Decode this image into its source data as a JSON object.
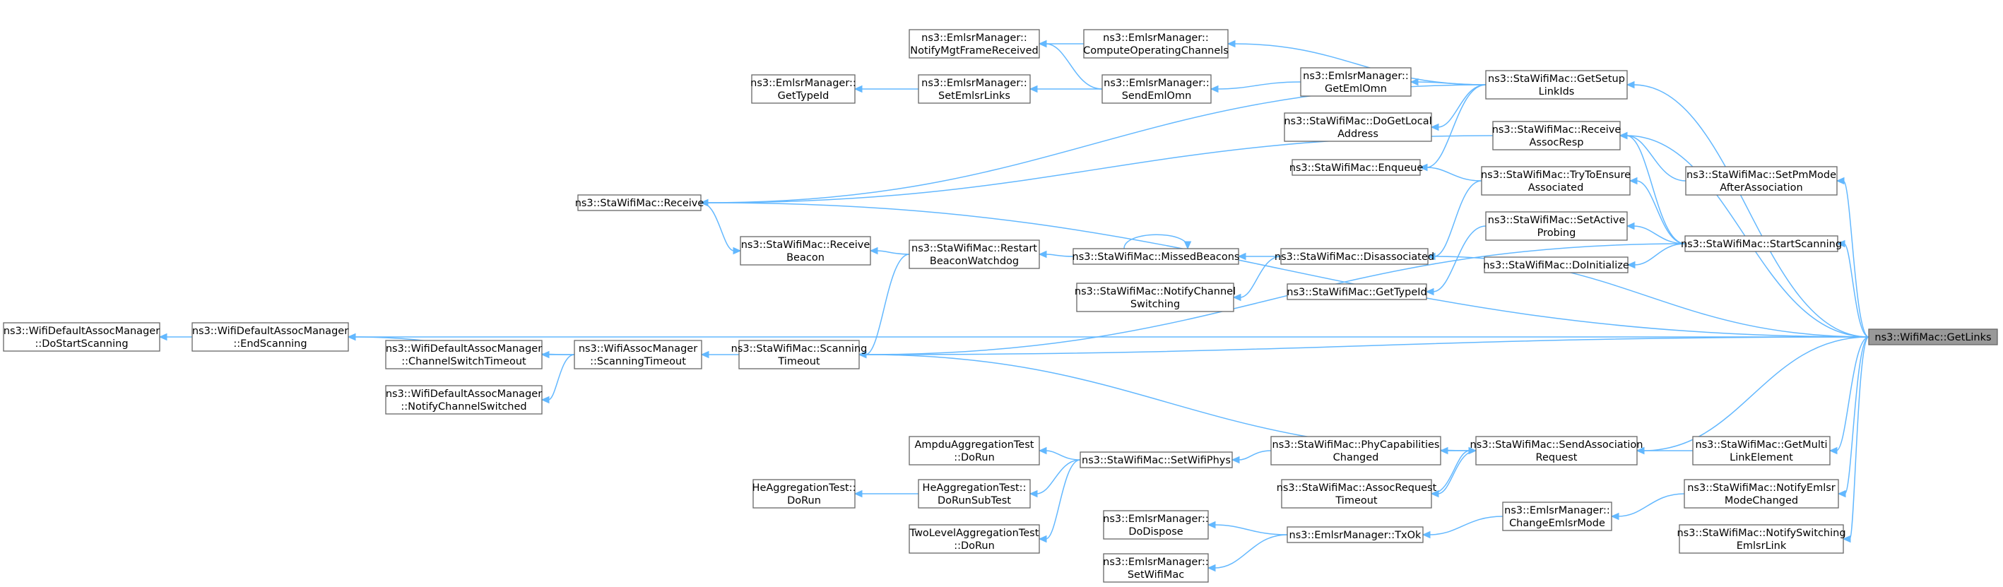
{
  "diagram": {
    "root_node": "ns3::WifiMac::GetLinks",
    "nodes": [
      {
        "id": "root",
        "lines": [
          "ns3::WifiMac::GetLinks"
        ]
      },
      {
        "id": "wdam_dostart",
        "lines": [
          "ns3::WifiDefaultAssocManager",
          "::DoStartScanning"
        ]
      },
      {
        "id": "wdam_end",
        "lines": [
          "ns3::WifiDefaultAssocManager",
          "::EndScanning"
        ]
      },
      {
        "id": "wdam_chswitch",
        "lines": [
          "ns3::WifiDefaultAssocManager",
          "::ChannelSwitchTimeout"
        ]
      },
      {
        "id": "wdam_notify",
        "lines": [
          "ns3::WifiDefaultAssocManager",
          "::NotifyChannelSwitched"
        ]
      },
      {
        "id": "wam_scanto",
        "lines": [
          "ns3::WifiAssocManager",
          "::ScanningTimeout"
        ]
      },
      {
        "id": "sta_receive",
        "lines": [
          "ns3::StaWifiMac::Receive"
        ]
      },
      {
        "id": "sta_scanto",
        "lines": [
          "ns3::StaWifiMac::Scanning",
          "Timeout"
        ]
      },
      {
        "id": "eml_gettypeid",
        "lines": [
          "ns3::EmlsrManager::",
          "GetTypeId"
        ]
      },
      {
        "id": "eml_notifymgt",
        "lines": [
          "ns3::EmlsrManager::",
          "NotifyMgtFrameReceived"
        ]
      },
      {
        "id": "eml_setlinks",
        "lines": [
          "ns3::EmlsrManager::",
          "SetEmlsrLinks"
        ]
      },
      {
        "id": "sta_recvbeacon",
        "lines": [
          "ns3::StaWifiMac::Receive",
          "Beacon"
        ]
      },
      {
        "id": "ampdu_dorun",
        "lines": [
          "AmpduAggregationTest",
          "::DoRun"
        ]
      },
      {
        "id": "he_dorun",
        "lines": [
          "HeAggregationTest::",
          "DoRun"
        ]
      },
      {
        "id": "he_subtest",
        "lines": [
          "HeAggregationTest::",
          "DoRunSubTest"
        ]
      },
      {
        "id": "twolevel_dorun",
        "lines": [
          "TwoLevelAggregationTest",
          "::DoRun"
        ]
      },
      {
        "id": "sta_restart",
        "lines": [
          "ns3::StaWifiMac::Restart",
          "BeaconWatchdog"
        ]
      },
      {
        "id": "eml_computeop",
        "lines": [
          "ns3::EmlsrManager::",
          "ComputeOperatingChannels"
        ]
      },
      {
        "id": "eml_sendeml",
        "lines": [
          "ns3::EmlsrManager::",
          "SendEmlOmn"
        ]
      },
      {
        "id": "sta_missed",
        "lines": [
          "ns3::StaWifiMac::MissedBeacons"
        ]
      },
      {
        "id": "sta_notifych",
        "lines": [
          "ns3::StaWifiMac::NotifyChannel",
          "Switching"
        ]
      },
      {
        "id": "sta_setphys",
        "lines": [
          "ns3::StaWifiMac::SetWifiPhys"
        ]
      },
      {
        "id": "eml_dodispose",
        "lines": [
          "ns3::EmlsrManager::",
          "DoDispose"
        ]
      },
      {
        "id": "eml_setwifimac",
        "lines": [
          "ns3::EmlsrManager::",
          "SetWifiMac"
        ]
      },
      {
        "id": "eml_getemlomn",
        "lines": [
          "ns3::EmlsrManager::",
          "GetEmlOmn"
        ]
      },
      {
        "id": "sta_dogetlocal",
        "lines": [
          "ns3::StaWifiMac::DoGetLocal",
          "Address"
        ]
      },
      {
        "id": "sta_enqueue",
        "lines": [
          "ns3::StaWifiMac::Enqueue"
        ]
      },
      {
        "id": "sta_disassoc",
        "lines": [
          "ns3::StaWifiMac::Disassociated"
        ]
      },
      {
        "id": "sta_gettypeid",
        "lines": [
          "ns3::StaWifiMac::GetTypeId"
        ]
      },
      {
        "id": "sta_phycap",
        "lines": [
          "ns3::StaWifiMac::PhyCapabilities",
          "Changed"
        ]
      },
      {
        "id": "sta_assocreqto",
        "lines": [
          "ns3::StaWifiMac::AssocRequest",
          "Timeout"
        ]
      },
      {
        "id": "eml_txok",
        "lines": [
          "ns3::EmlsrManager::TxOk"
        ]
      },
      {
        "id": "sta_getsetup",
        "lines": [
          "ns3::StaWifiMac::GetSetup",
          "LinkIds"
        ]
      },
      {
        "id": "sta_recvassoc",
        "lines": [
          "ns3::StaWifiMac::Receive",
          "AssocResp"
        ]
      },
      {
        "id": "sta_tryensure",
        "lines": [
          "ns3::StaWifiMac::TryToEnsure",
          "Associated"
        ]
      },
      {
        "id": "sta_setactive",
        "lines": [
          "ns3::StaWifiMac::SetActive",
          "Probing"
        ]
      },
      {
        "id": "sta_doinit",
        "lines": [
          "ns3::StaWifiMac::DoInitialize"
        ]
      },
      {
        "id": "sta_sendassoc",
        "lines": [
          "ns3::StaWifiMac::SendAssociation",
          "Request"
        ]
      },
      {
        "id": "eml_changemode",
        "lines": [
          "ns3::EmlsrManager::",
          "ChangeEmlsrMode"
        ]
      },
      {
        "id": "sta_setpm",
        "lines": [
          "ns3::StaWifiMac::SetPmMode",
          "AfterAssociation"
        ]
      },
      {
        "id": "sta_startscan",
        "lines": [
          "ns3::StaWifiMac::StartScanning"
        ]
      },
      {
        "id": "sta_getmulti",
        "lines": [
          "ns3::StaWifiMac::GetMulti",
          "LinkElement"
        ]
      },
      {
        "id": "sta_notifyemlsr",
        "lines": [
          "ns3::StaWifiMac::NotifyEmlsr",
          "ModeChanged"
        ]
      },
      {
        "id": "sta_notifyswitch",
        "lines": [
          "ns3::StaWifiMac::NotifySwitching",
          "EmlsrLink"
        ]
      }
    ],
    "edges": [
      {
        "from": "wdam_end",
        "to": "wdam_dostart"
      },
      {
        "from": "wam_scanto",
        "to": "wdam_end"
      },
      {
        "from": "wam_scanto",
        "to": "wdam_chswitch"
      },
      {
        "from": "wam_scanto",
        "to": "wdam_notify"
      },
      {
        "from": "sta_scanto",
        "to": "wam_scanto"
      },
      {
        "from": "eml_setlinks",
        "to": "eml_gettypeid"
      },
      {
        "from": "sta_receive",
        "to": "sta_recvbeacon"
      },
      {
        "from": "sta_restart",
        "to": "sta_recvbeacon"
      },
      {
        "from": "sta_restart",
        "to": "sta_scanto"
      },
      {
        "from": "sta_setphys",
        "to": "ampdu_dorun"
      },
      {
        "from": "sta_setphys",
        "to": "he_subtest"
      },
      {
        "from": "sta_setphys",
        "to": "twolevel_dorun"
      },
      {
        "from": "he_subtest",
        "to": "he_dorun"
      },
      {
        "from": "eml_computeop",
        "to": "eml_notifymgt"
      },
      {
        "from": "eml_sendeml",
        "to": "eml_notifymgt"
      },
      {
        "from": "eml_sendeml",
        "to": "eml_setlinks"
      },
      {
        "from": "sta_missed",
        "to": "sta_restart"
      },
      {
        "from": "sta_missed",
        "to": "sta_missed"
      },
      {
        "from": "eml_getemlomn",
        "to": "eml_sendeml"
      },
      {
        "from": "sta_disassoc",
        "to": "sta_missed"
      },
      {
        "from": "sta_disassoc",
        "to": "sta_notifych"
      },
      {
        "from": "sta_phycap",
        "to": "sta_setphys"
      },
      {
        "from": "eml_txok",
        "to": "eml_dodispose"
      },
      {
        "from": "eml_txok",
        "to": "eml_setwifimac"
      },
      {
        "from": "sta_getsetup",
        "to": "sta_receive"
      },
      {
        "from": "sta_getsetup",
        "to": "eml_computeop"
      },
      {
        "from": "sta_getsetup",
        "to": "eml_getemlomn"
      },
      {
        "from": "sta_getsetup",
        "to": "sta_dogetlocal"
      },
      {
        "from": "sta_getsetup",
        "to": "sta_enqueue"
      },
      {
        "from": "sta_recvassoc",
        "to": "sta_receive"
      },
      {
        "from": "sta_tryensure",
        "to": "sta_enqueue"
      },
      {
        "from": "sta_tryensure",
        "to": "sta_disassoc"
      },
      {
        "from": "sta_setactive",
        "to": "sta_gettypeid"
      },
      {
        "from": "eml_changemode",
        "to": "eml_txok"
      },
      {
        "from": "sta_sendassoc",
        "to": "sta_phycap"
      },
      {
        "from": "sta_sendassoc",
        "to": "sta_assocreqto"
      },
      {
        "from": "sta_sendassoc",
        "to": "sta_scanto"
      },
      {
        "from": "sta_assocreqto",
        "to": "sta_sendassoc"
      },
      {
        "from": "sta_setpm",
        "to": "sta_recvassoc"
      },
      {
        "from": "sta_startscan",
        "to": "sta_recvassoc"
      },
      {
        "from": "sta_startscan",
        "to": "sta_tryensure"
      },
      {
        "from": "sta_startscan",
        "to": "sta_setactive"
      },
      {
        "from": "sta_startscan",
        "to": "sta_doinit"
      },
      {
        "from": "sta_startscan",
        "to": "sta_scanto"
      },
      {
        "from": "sta_getmulti",
        "to": "sta_sendassoc"
      },
      {
        "from": "sta_notifyemlsr",
        "to": "eml_changemode"
      },
      {
        "from": "root",
        "to": "sta_getsetup"
      },
      {
        "from": "root",
        "to": "sta_recvassoc"
      },
      {
        "from": "root",
        "to": "sta_setpm"
      },
      {
        "from": "root",
        "to": "sta_startscan"
      },
      {
        "from": "root",
        "to": "sta_receive"
      },
      {
        "from": "root",
        "to": "sta_disassoc"
      },
      {
        "from": "root",
        "to": "wdam_end"
      },
      {
        "from": "root",
        "to": "sta_scanto"
      },
      {
        "from": "root",
        "to": "sta_sendassoc"
      },
      {
        "from": "root",
        "to": "sta_getmulti"
      },
      {
        "from": "root",
        "to": "sta_notifyemlsr"
      },
      {
        "from": "root",
        "to": "sta_notifyswitch"
      }
    ]
  }
}
